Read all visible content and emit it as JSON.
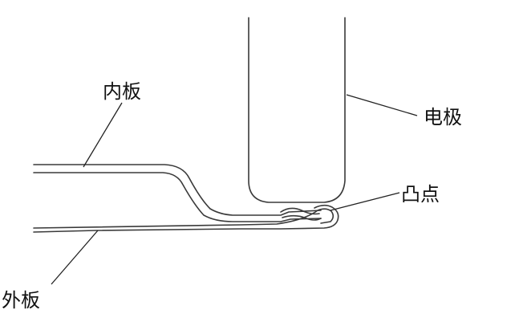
{
  "labels": {
    "inner_panel": "内板",
    "electrode": "电极",
    "projection": "凸点",
    "outer_panel": "外板"
  },
  "colors": {
    "line": "#3a3a3a",
    "text": "#111111",
    "background": "#ffffff"
  }
}
